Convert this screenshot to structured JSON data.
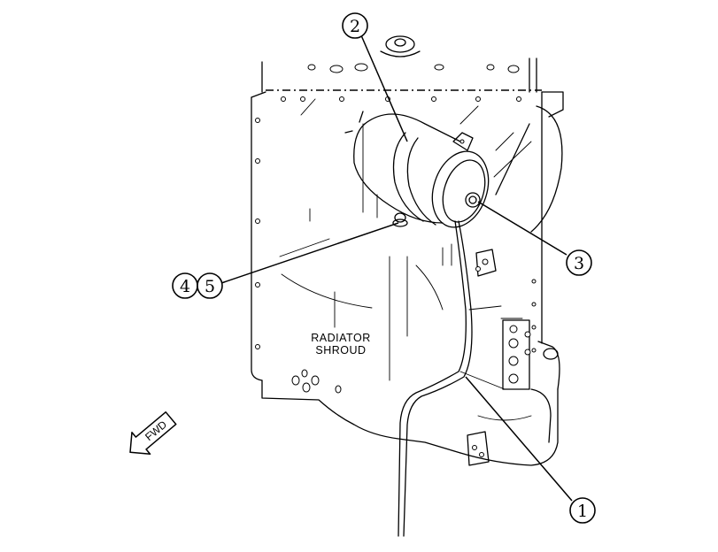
{
  "labels": {
    "shroud_line1": "RADIATOR",
    "shroud_line2": "SHROUD",
    "forward": "FWD"
  },
  "callouts": [
    {
      "id": "1",
      "number": "1"
    },
    {
      "id": "2",
      "number": "2"
    },
    {
      "id": "3",
      "number": "3"
    },
    {
      "id": "4",
      "number": "4"
    },
    {
      "id": "5",
      "number": "5"
    }
  ]
}
